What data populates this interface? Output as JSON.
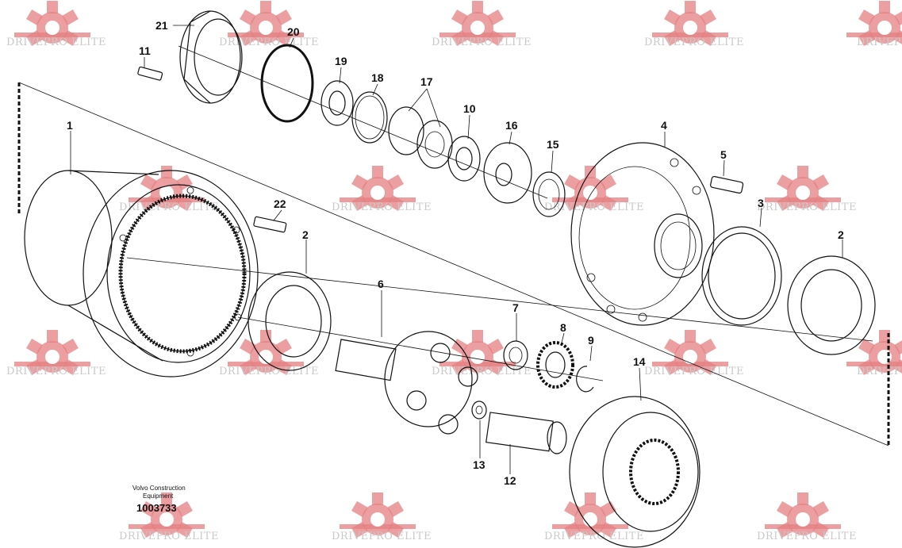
{
  "watermark": {
    "text": "DRIVEPRO ELITE",
    "color": "#e47f82"
  },
  "callouts": [
    "1",
    "2",
    "2",
    "3",
    "4",
    "5",
    "6",
    "7",
    "8",
    "9",
    "10",
    "11",
    "12",
    "13",
    "14",
    "15",
    "16",
    "17",
    "18",
    "19",
    "20",
    "21",
    "22"
  ],
  "caption": {
    "brand_line1": "Volvo Construction",
    "brand_line2": "Equipment",
    "code": "1003733"
  }
}
